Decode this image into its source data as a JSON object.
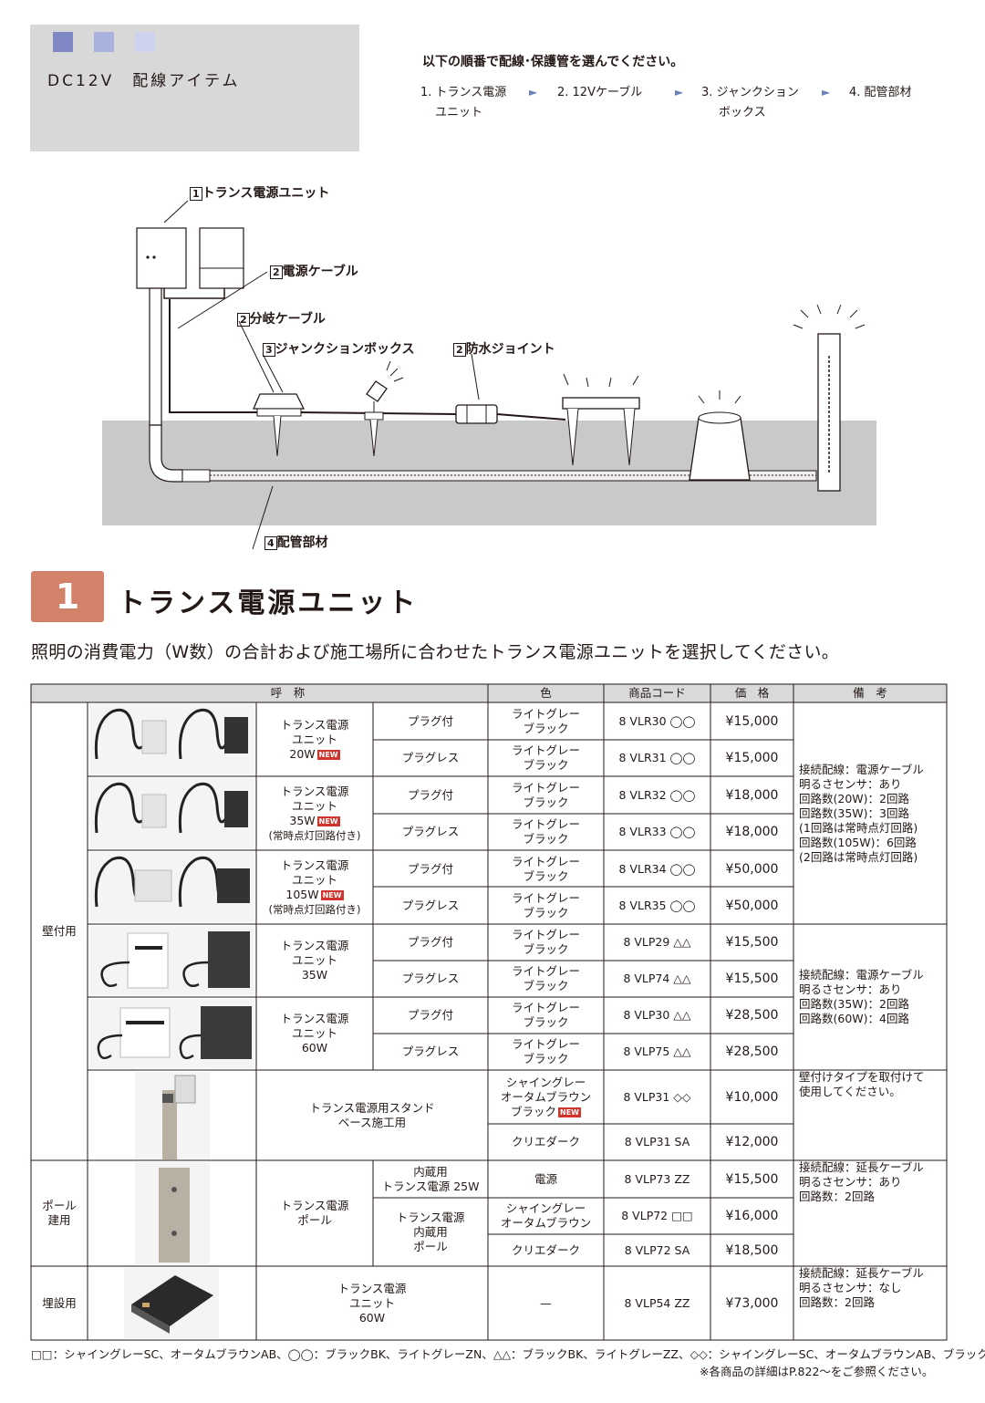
{
  "header": {
    "title": "DC12V　配線アイテム",
    "instruction": "以下の順番で配線･保護管を選んでください。",
    "steps": [
      {
        "line1": "1. トランス電源",
        "line2": "ユニット"
      },
      {
        "line1": "2. 12Vケーブル",
        "line2": ""
      },
      {
        "line1": "3. ジャンクション",
        "line2": "ボックス"
      },
      {
        "line1": "4. 配管部材",
        "line2": ""
      }
    ],
    "arrow": "►",
    "colors": {
      "sq1": "#7f88c5",
      "sq2": "#a9b1de",
      "sq3": "#cdd3ef",
      "box": "#d8d8d9"
    }
  },
  "diagram": {
    "labels": {
      "transformer": "1トランス電源ユニット",
      "power_cable": "2電源ケーブル",
      "branch_cable": "2分岐ケーブル",
      "junction_box": "3ジャンクションボックス",
      "waterproof": "2防水ジョイント",
      "piping": "4配管部材"
    },
    "nums": {
      "transformer": "1",
      "power_cable": "2",
      "branch_cable": "2",
      "junction_box": "3",
      "waterproof": "2",
      "piping": "4"
    },
    "texts": {
      "transformer": "トランス電源ユニット",
      "power_cable": "電源ケーブル",
      "branch_cable": "分岐ケーブル",
      "junction_box": "ジャンクションボックス",
      "waterproof": "防水ジョイント",
      "piping": "配管部材"
    }
  },
  "section": {
    "number": "1",
    "title": "トランス電源ユニット",
    "description": "照明の消費電力（W数）の合計および施工場所に合わせたトランス電源ユニットを選択してください。",
    "accent": "#d28268"
  },
  "table": {
    "headers": {
      "name": "呼　称",
      "color": "色",
      "code": "商品コード",
      "price": "価　格",
      "note": "備　考"
    },
    "groups": {
      "wall": "壁付用",
      "pole": "ポール\n建用",
      "buried": "埋設用"
    },
    "new_badge": "NEW",
    "wall_rows": [
      {
        "name1": "トランス電源",
        "name2": "ユニット",
        "name3": "20W",
        "name4": "",
        "new": true,
        "variants": [
          {
            "type": "プラグ付",
            "color1": "ライトグレー",
            "color2": "ブラック",
            "code": "8 VLR30 ◯◯",
            "price": "¥15,000"
          },
          {
            "type": "プラグレス",
            "color1": "ライトグレー",
            "color2": "ブラック",
            "code": "8 VLR31 ◯◯",
            "price": "¥15,000"
          }
        ]
      },
      {
        "name1": "トランス電源",
        "name2": "ユニット",
        "name3": "35W",
        "name4": "(常時点灯回路付き)",
        "new": true,
        "variants": [
          {
            "type": "プラグ付",
            "color1": "ライトグレー",
            "color2": "ブラック",
            "code": "8 VLR32 ◯◯",
            "price": "¥18,000"
          },
          {
            "type": "プラグレス",
            "color1": "ライトグレー",
            "color2": "ブラック",
            "code": "8 VLR33 ◯◯",
            "price": "¥18,000"
          }
        ]
      },
      {
        "name1": "トランス電源",
        "name2": "ユニット",
        "name3": "105W",
        "name4": "(常時点灯回路付き)",
        "new": true,
        "variants": [
          {
            "type": "プラグ付",
            "color1": "ライトグレー",
            "color2": "ブラック",
            "code": "8 VLR34 ◯◯",
            "price": "¥50,000"
          },
          {
            "type": "プラグレス",
            "color1": "ライトグレー",
            "color2": "ブラック",
            "code": "8 VLR35 ◯◯",
            "price": "¥50,000"
          }
        ]
      },
      {
        "name1": "トランス電源",
        "name2": "ユニット",
        "name3": "35W",
        "name4": "",
        "new": false,
        "variants": [
          {
            "type": "プラグ付",
            "color1": "ライトグレー",
            "color2": "ブラック",
            "code": "8 VLP29 △△",
            "price": "¥15,500"
          },
          {
            "type": "プラグレス",
            "color1": "ライトグレー",
            "color2": "ブラック",
            "code": "8 VLP74 △△",
            "price": "¥15,500"
          }
        ]
      },
      {
        "name1": "トランス電源",
        "name2": "ユニット",
        "name3": "60W",
        "name4": "",
        "new": false,
        "variants": [
          {
            "type": "プラグ付",
            "color1": "ライトグレー",
            "color2": "ブラック",
            "code": "8 VLP30 △△",
            "price": "¥28,500"
          },
          {
            "type": "プラグレス",
            "color1": "ライトグレー",
            "color2": "ブラック",
            "code": "8 VLP75 △△",
            "price": "¥28,500"
          }
        ]
      }
    ],
    "wall_note1": [
      "接続配線：電源ケーブル",
      "明るさセンサ：あり",
      "回路数(20W)：2回路",
      "回路数(35W)：3回路",
      "(1回路は常時点灯回路)",
      "回路数(105W)：6回路",
      "(2回路は常時点灯回路)"
    ],
    "wall_note2": [
      "接続配線：電源ケーブル",
      "明るさセンサ：あり",
      "回路数(35W)：2回路",
      "回路数(60W)：4回路"
    ],
    "stand": {
      "name1": "トランス電源用スタンド",
      "name2": "ベース施工用",
      "color_a1": "シャイングレー",
      "color_a2": "オータムブラウン",
      "color_a3": "ブラック",
      "code_a": "8 VLP31 ◇◇",
      "price_a": "¥10,000",
      "color_b": "クリエダーク",
      "code_b": "8 VLP31 SA",
      "price_b": "¥12,000",
      "note": [
        "壁付けタイプを取付けて",
        "使用してください。"
      ]
    },
    "pole": {
      "name1": "トランス電源",
      "name2": "ポール",
      "sub_a1": "内蔵用",
      "sub_a2": "トランス電源 25W",
      "color_a": "電源",
      "code_a": "8 VLP73 ZZ",
      "price_a": "¥15,500",
      "sub_b1": "トランス電源",
      "sub_b2": "内蔵用",
      "sub_b3": "ポール",
      "color_b1": "シャイングレー",
      "color_b2": "オータムブラウン",
      "code_b": "8 VLP72 □□",
      "price_b": "¥16,000",
      "color_c": "クリエダーク",
      "code_c": "8 VLP72 SA",
      "price_c": "¥18,500",
      "note": [
        "接続配線：延長ケーブル",
        "明るさセンサ：あり",
        "回路数：2回路"
      ]
    },
    "buried": {
      "name1": "トランス電源",
      "name2": "ユニット",
      "name3": "60W",
      "color": "—",
      "code": "8 VLP54 ZZ",
      "price": "¥73,000",
      "note": [
        "接続配線：延長ケーブル",
        "明るさセンサ：なし",
        "回路数：2回路"
      ]
    }
  },
  "footer": {
    "legend": "□□：シャイングレーSC、オータムブラウンAB、◯◯：ブラックBK、ライトグレーZN、△△：ブラックBK、ライトグレーZZ、◇◇：シャイングレーSC、オータムブラウンAB、ブラックBK",
    "note": "※各商品の詳細はP.822～をご参照ください。"
  }
}
